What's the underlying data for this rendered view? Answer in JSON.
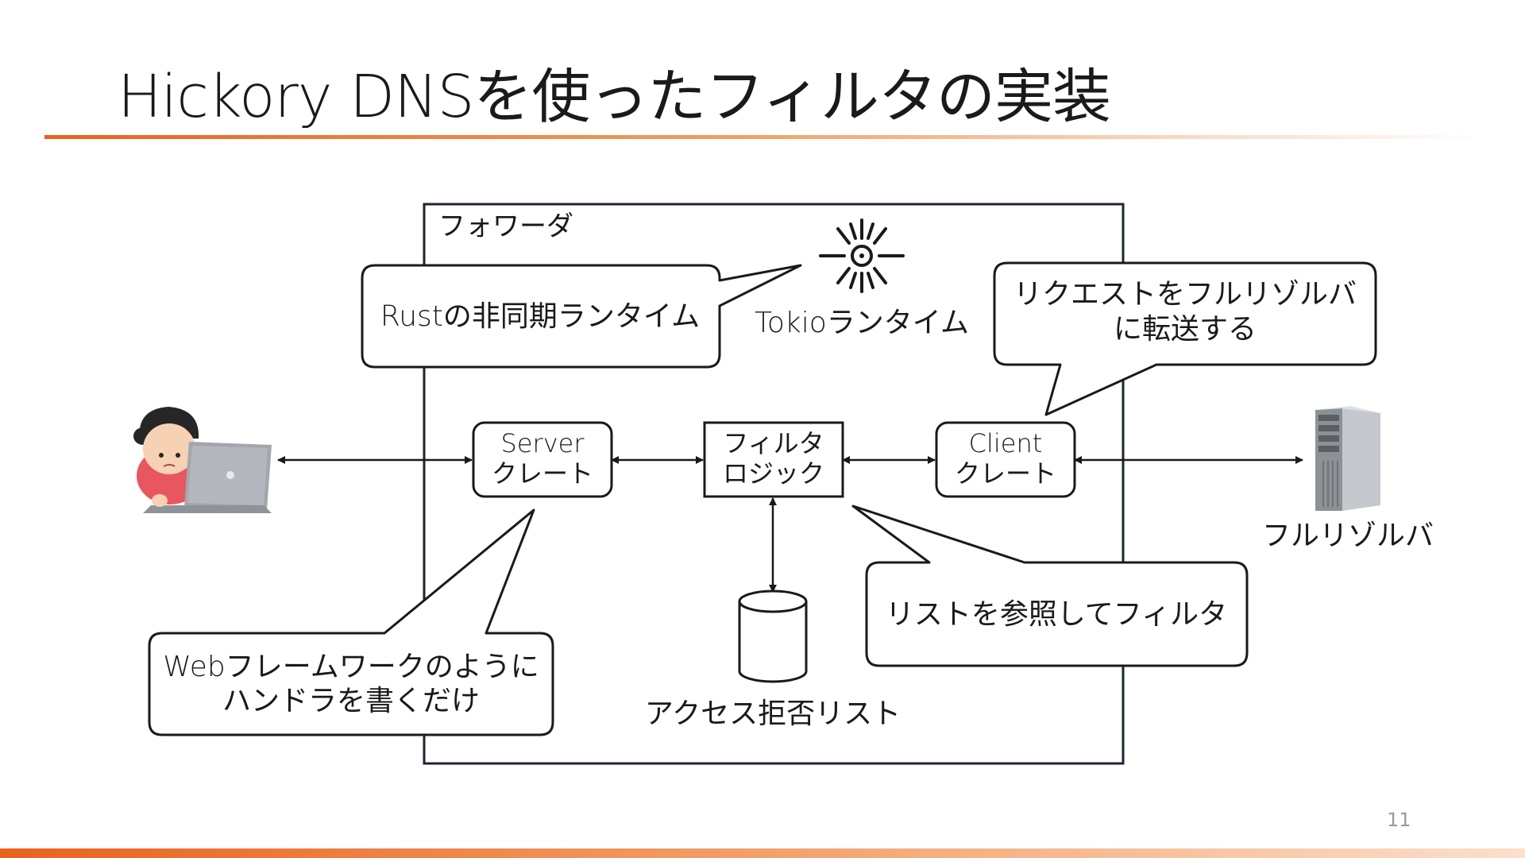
{
  "slide": {
    "title": "Hickory DNSを使ったフィルタの実装",
    "page_number": "11",
    "accent_color": "#e8621e"
  },
  "diagram": {
    "container_label": "フォワーダ",
    "runtime_label": "Tokioランタイム",
    "runtime_icon": "sun-burst-icon",
    "nodes": {
      "server": [
        "Server",
        "クレート"
      ],
      "filter": [
        "フィルタ",
        "ロジック"
      ],
      "client": [
        "Client",
        "クレート"
      ]
    },
    "database_label": "アクセス拒否リスト",
    "resolver_label": "フルリゾルバ",
    "user_icon": "user-with-laptop-icon",
    "server_icon": "server-rack-icon",
    "callouts": {
      "runtime": [
        "Rustの非同期ランタイム"
      ],
      "client": [
        "リクエストをフルリゾルバ",
        "に転送する"
      ],
      "server": [
        "Webフレームワークのように",
        "ハンドラを書くだけ"
      ],
      "filter": [
        "リストを参照してフィルタ"
      ]
    }
  }
}
